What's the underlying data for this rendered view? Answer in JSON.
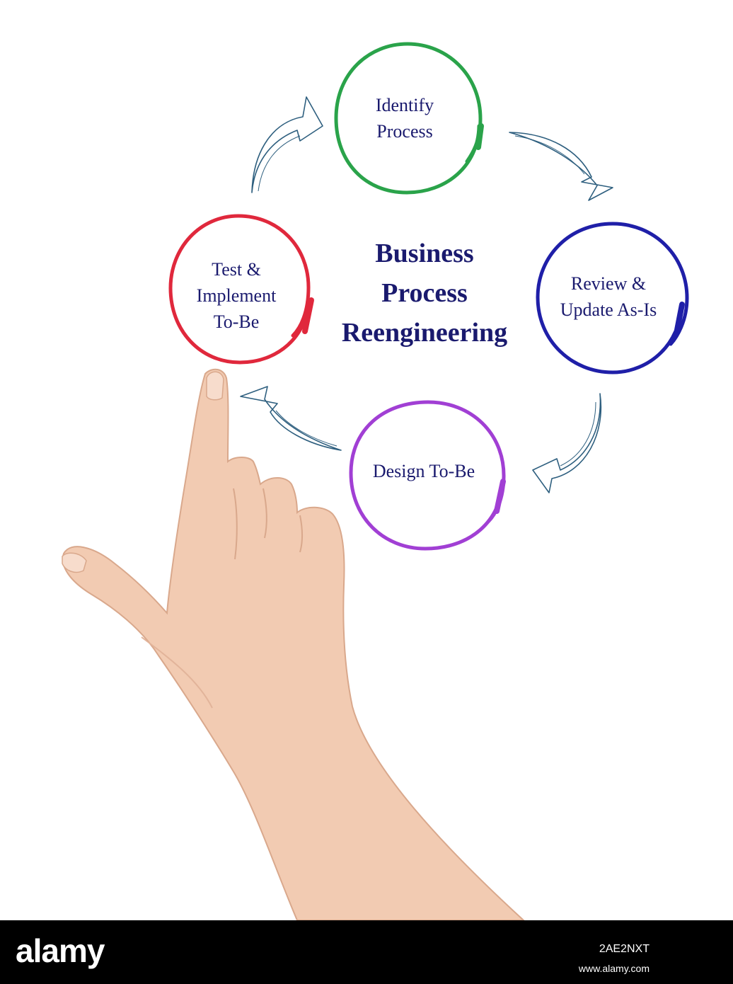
{
  "diagram": {
    "title": "Business\nProcess\nReengineering",
    "nodes": [
      {
        "label": "Identify\nProcess",
        "color": "#2aa34a"
      },
      {
        "label": "Review &\nUpdate As-Is",
        "color": "#1f1fa8"
      },
      {
        "label": "Design To-Be",
        "color": "#a13fd4"
      },
      {
        "label": "Test &\nImplement\nTo-Be",
        "color": "#e0283c"
      }
    ],
    "arrow_color": "#2e5f7f",
    "text_color": "#1a1a6e"
  },
  "footer": {
    "brand": "alamy",
    "image_id": "2AE2NXT",
    "site": "www.alamy.com"
  }
}
